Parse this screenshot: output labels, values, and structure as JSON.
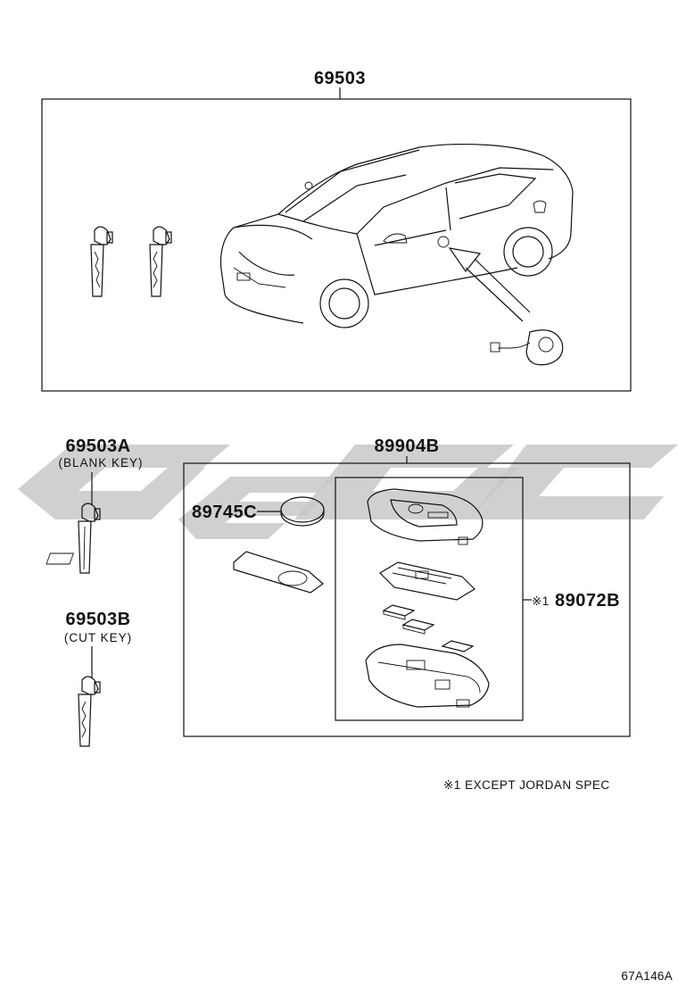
{
  "watermark": {
    "color": "#c8c8c8"
  },
  "diagram": {
    "main_assembly": {
      "part_number": "69503"
    },
    "blank_key": {
      "part_number": "69503A",
      "description": "(BLANK KEY)"
    },
    "cut_key": {
      "part_number": "69503B",
      "description": "(CUT KEY)"
    },
    "transmitter_assembly": {
      "part_number": "89904B"
    },
    "battery": {
      "part_number": "89745C"
    },
    "transmitter_case": {
      "part_number": "89072B",
      "marker": "※1"
    },
    "footnote": "※1 EXCEPT JORDAN SPEC",
    "illustration_code": "67A146A"
  }
}
